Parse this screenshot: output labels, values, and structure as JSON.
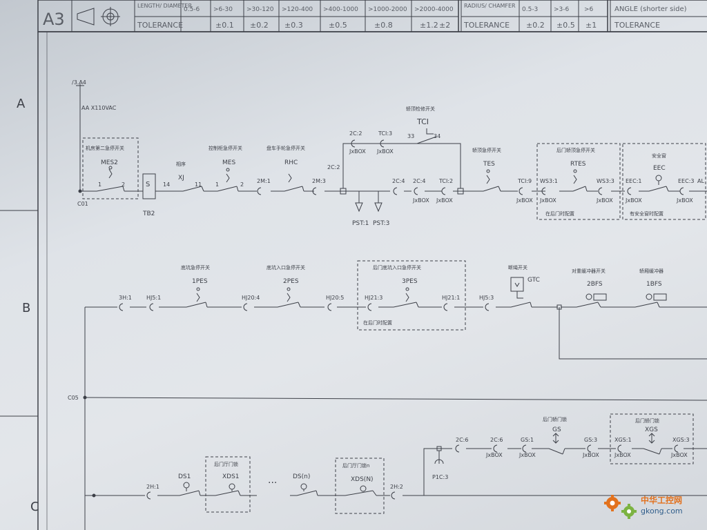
{
  "title_block": {
    "sheet_size": "A3",
    "length_header": "LENGTH/ DIAMETER",
    "length_ranges": [
      "0.5-6",
      ">6-30",
      ">30-120",
      ">120-400",
      ">400-1000",
      ">1000-2000",
      ">2000-4000"
    ],
    "tolerance_label": "TOLERANCE",
    "length_tolerances": [
      "±0.1",
      "±0.2",
      "±0.3",
      "±0.5",
      "±0.8",
      "±1.2",
      "±2"
    ],
    "radius_header": "RADIUS/ CHAMFER",
    "radius_ranges": [
      "0.5-3",
      ">3-6",
      ">6"
    ],
    "radius_tolerances": [
      "±0.2",
      "±0.5",
      "±1"
    ],
    "angle_header": "ANGLE (shorter side)",
    "angle_tolerance_label": "TOLERANCE"
  },
  "row_labels": [
    "A",
    "B",
    "C"
  ],
  "colors": {
    "ink": "#3c3f47",
    "paper": "#e3e6ea",
    "watermark_orange": "#e2711d"
  },
  "row_a": {
    "supply_ref": "/3.A4",
    "supply": "AA X110VAC",
    "node_c01": "C01",
    "mes2": {
      "caption": "机房第二急停开关",
      "tag": "MES2",
      "pins": [
        "1",
        "2"
      ]
    },
    "tb2": {
      "box": "S",
      "tag": "TB2",
      "wire": "14"
    },
    "xj": {
      "caption": "相序",
      "tag": "XJ",
      "wire": "11"
    },
    "mes": {
      "caption": "控制柜急停开关",
      "tag": "MES",
      "pins": [
        "1",
        "2"
      ]
    },
    "conn_2m1": "2M:1",
    "rhc": {
      "caption": "盘车手轮急停开关",
      "tag": "RHC"
    },
    "conn_2m3": "2M:3",
    "conn_2c2a": "2C:2",
    "tci": {
      "caption": "轿顶检修开关",
      "tag": "TCI",
      "pins": [
        "33",
        "34"
      ]
    },
    "conn_2c2": "2C:2",
    "conn_tci3": "TCI:3",
    "jxbox": "JxBOX",
    "pst1": "PST:1",
    "pst3": "PST:3",
    "conn_2c4": "2C:4",
    "conn_2c4b": "2C:4",
    "conn_tci2": "TCI:2",
    "tes": {
      "caption": "轿顶急停开关",
      "tag": "TES"
    },
    "conn_tci9": "TCI:9",
    "rtes": {
      "caption": "后门轿顶急停开关",
      "tag": "RTES",
      "note": "在后门时配置"
    },
    "conn_ws31": "WS3:1",
    "conn_ws33": "WS3:3",
    "eec": {
      "caption": "安全窗",
      "tag": "EEC",
      "note": "有安全窗时配置"
    },
    "conn_eec1": "EEC:1",
    "conn_eec3": "EEC:3",
    "conn_al": "AL"
  },
  "row_b": {
    "conn_3h1": "3H:1",
    "conn_hj51": "HJ5:1",
    "pes1": {
      "caption": "底坑急停开关",
      "tag": "1PES"
    },
    "conn_hj204": "HJ20:4",
    "pes2": {
      "caption": "底坑入口急停开关",
      "tag": "2PES"
    },
    "conn_hj205": "HJ20:5",
    "conn_hj213": "HJ21:3",
    "pes3": {
      "caption": "后门底坑入口急停开关",
      "tag": "3PES",
      "note": "在后门时配置"
    },
    "conn_hj211": "HJ21:1",
    "conn_hj53": "HJ5:3",
    "gtc": {
      "caption": "断绳开关",
      "tag": "GTC"
    },
    "bfs2": {
      "caption": "对重缓冲器开关",
      "tag": "2BFS"
    },
    "bfs1": {
      "caption": "轿厢缓冲器",
      "tag": "1BFS"
    },
    "node_c05": "C05"
  },
  "row_c": {
    "conn_2c6a": "2C:6",
    "conn_2c6b": "2C:6",
    "conn_gs1": "GS:1",
    "gs": {
      "caption": "后门轿门锁",
      "tag": "GS"
    },
    "conn_gs3": "GS:3",
    "xgs": {
      "caption": "后门轿门锁",
      "tag": "XGS"
    },
    "conn_xgs1": "XGS:1",
    "conn_xgs3": "XGS:3",
    "p1c3": "P1C:3",
    "conn_2h1": "2H:1",
    "ds1": "DS1",
    "xds1": {
      "caption": "后门厅门锁",
      "tag": "XDS1"
    },
    "ellipsis": "...",
    "dsn": "DS(n)",
    "xdsn": {
      "caption": "后门厅门锁n",
      "tag": "XDS(N)"
    },
    "conn_2h2": "2H:2"
  },
  "watermark": {
    "title": "中华工控网",
    "url": "gkong.com"
  }
}
